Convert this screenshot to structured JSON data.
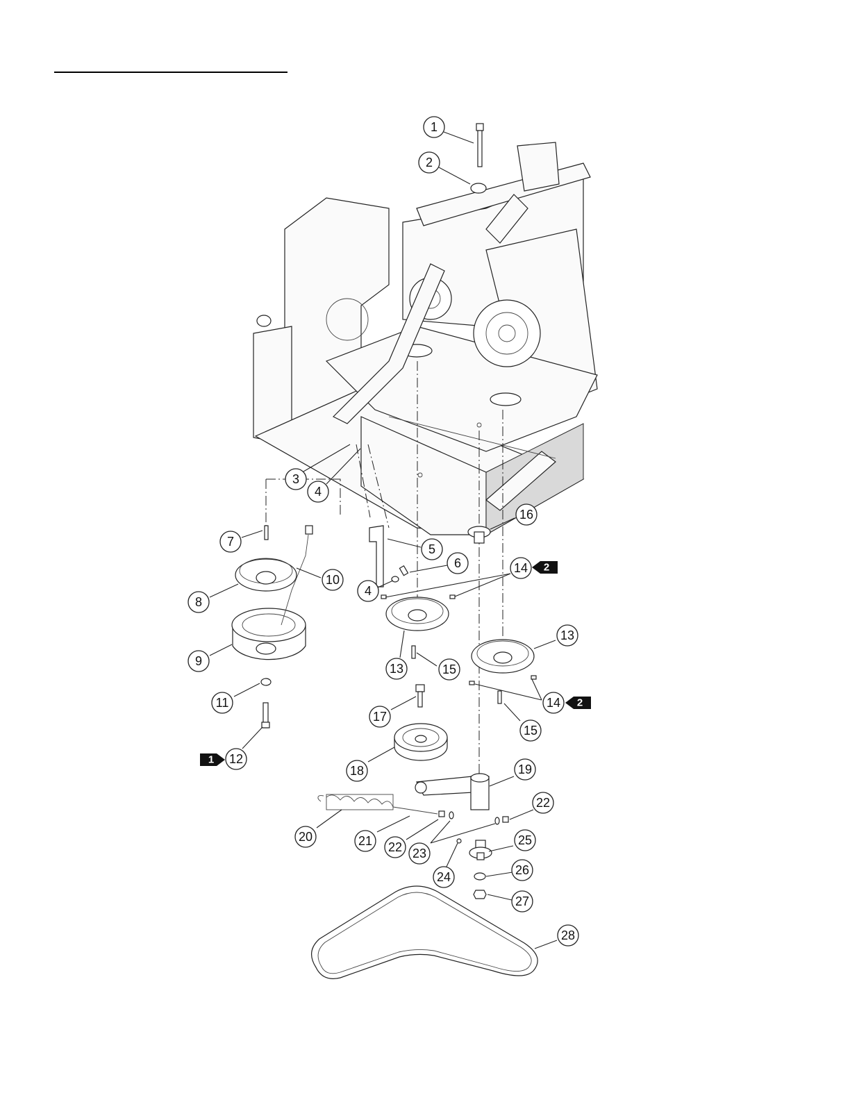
{
  "callouts": [
    {
      "id": "1",
      "label": "1"
    },
    {
      "id": "2",
      "label": "2"
    },
    {
      "id": "3",
      "label": "3"
    },
    {
      "id": "4a",
      "label": "4"
    },
    {
      "id": "4b",
      "label": "4"
    },
    {
      "id": "5",
      "label": "5"
    },
    {
      "id": "6",
      "label": "6"
    },
    {
      "id": "7",
      "label": "7"
    },
    {
      "id": "8",
      "label": "8"
    },
    {
      "id": "9",
      "label": "9"
    },
    {
      "id": "10",
      "label": "10"
    },
    {
      "id": "11",
      "label": "11"
    },
    {
      "id": "12",
      "label": "12"
    },
    {
      "id": "13a",
      "label": "13"
    },
    {
      "id": "13b",
      "label": "13"
    },
    {
      "id": "14a",
      "label": "14"
    },
    {
      "id": "14b",
      "label": "14"
    },
    {
      "id": "15a",
      "label": "15"
    },
    {
      "id": "15b",
      "label": "15"
    },
    {
      "id": "16",
      "label": "16"
    },
    {
      "id": "17",
      "label": "17"
    },
    {
      "id": "18",
      "label": "18"
    },
    {
      "id": "19",
      "label": "19"
    },
    {
      "id": "20",
      "label": "20"
    },
    {
      "id": "21",
      "label": "21"
    },
    {
      "id": "22a",
      "label": "22"
    },
    {
      "id": "22b",
      "label": "22"
    },
    {
      "id": "23",
      "label": "23"
    },
    {
      "id": "24",
      "label": "24"
    },
    {
      "id": "25",
      "label": "25"
    },
    {
      "id": "26",
      "label": "26"
    },
    {
      "id": "27",
      "label": "27"
    },
    {
      "id": "28",
      "label": "28"
    }
  ],
  "reference_tags": [
    {
      "id": "tag-14a",
      "label": "2"
    },
    {
      "id": "tag-14b",
      "label": "2"
    },
    {
      "id": "tag-12",
      "label": "1"
    }
  ],
  "colors": {
    "line": "#222222",
    "tag_fill": "#111111",
    "background": "#ffffff"
  }
}
